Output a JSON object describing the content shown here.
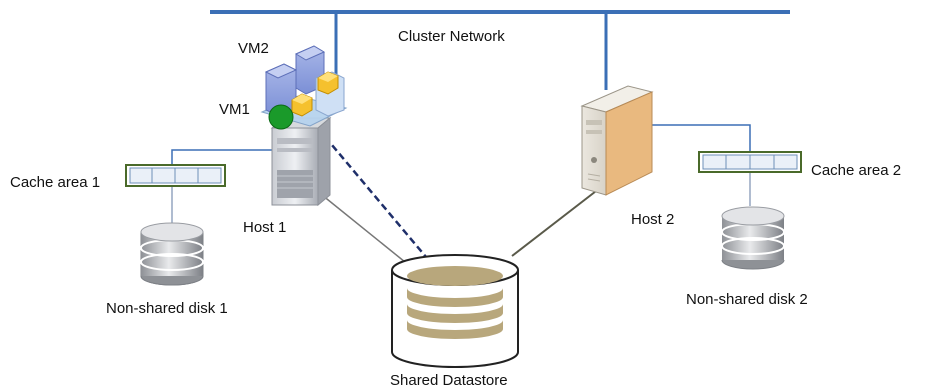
{
  "labels": {
    "network": "Cluster Network",
    "vm2": "VM2",
    "vm1": "VM1",
    "host1": "Host 1",
    "host2": "Host 2",
    "cache1": "Cache area 1",
    "cache2": "Cache area 2",
    "disk1": "Non-shared disk 1",
    "disk2": "Non-shared disk 2",
    "datastore": "Shared Datastore"
  },
  "colors": {
    "network": "#3b6fb6",
    "cache_border": "#4a6a2a",
    "vm_dot": "#1a9a2a",
    "datastore_band": "#b8a77c",
    "host_link": "#777777",
    "vm_link": "#1f2f6a"
  }
}
